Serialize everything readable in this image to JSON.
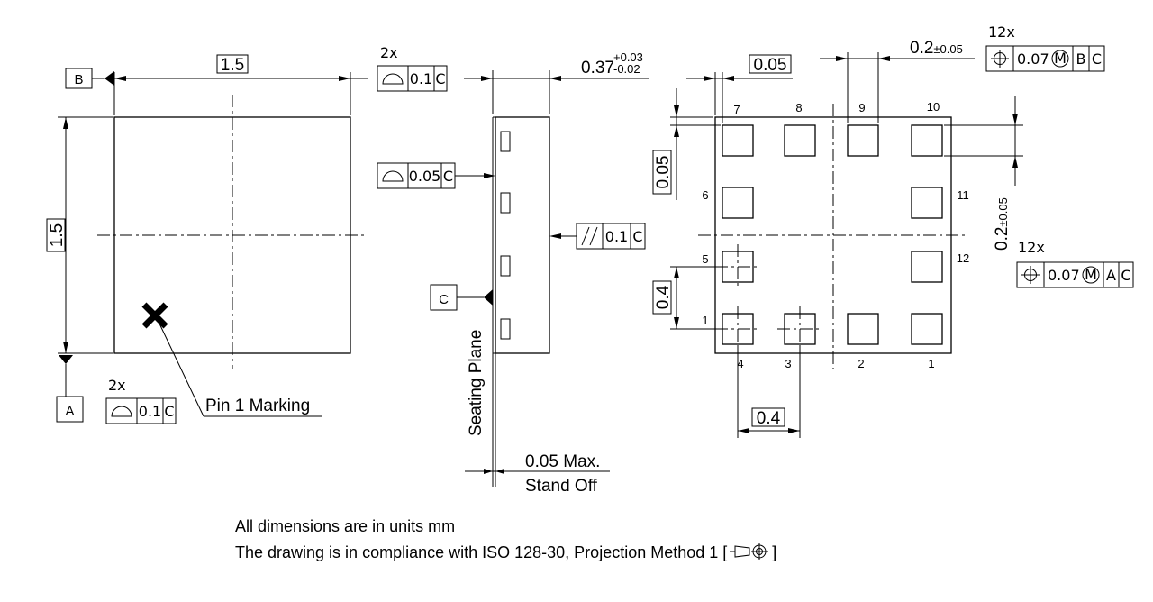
{
  "top_view": {
    "width_dim": "1.5",
    "height_dim": "1.5",
    "datum_a": "A",
    "datum_b": "B",
    "fcf_top": {
      "count": "2x",
      "tol": "0.1",
      "datum": "C"
    },
    "fcf_bottom": {
      "count": "2x",
      "tol": "0.1",
      "datum": "C"
    },
    "pin1_label": "Pin 1 Marking"
  },
  "side_view": {
    "thickness_nominal": "0.37",
    "thickness_plus": "+0.03",
    "thickness_minus": "-0.02",
    "flatness_fcf": {
      "tol": "0.05",
      "datum": "C"
    },
    "parallel_fcf": {
      "tol": "0.1",
      "datum": "C"
    },
    "datum_c": "C",
    "seating_plane": "Seating Plane",
    "standoff_value": "0.05 Max.",
    "standoff_label": "Stand Off"
  },
  "bottom_view": {
    "edge_dim_top": "0.05",
    "edge_dim_left": "0.05",
    "pad_size_top": "0.2",
    "pad_size_top_tol": "±0.05",
    "pad_size_right": "0.2",
    "pad_size_right_tol": "±0.05",
    "pitch_left": "0.4",
    "pitch_bottom": "0.4",
    "pos_fcf_top": {
      "count": "12x",
      "tol": "0.07",
      "mod": "M",
      "d1": "B",
      "d2": "C"
    },
    "pos_fcf_right": {
      "count": "12x",
      "tol": "0.07",
      "mod": "M",
      "d1": "A",
      "d2": "C"
    },
    "pins": [
      "1",
      "2",
      "3",
      "4",
      "5",
      "6",
      "7",
      "8",
      "9",
      "10",
      "11",
      "12"
    ]
  },
  "notes": {
    "units": "All dimensions are in units mm",
    "standard": "The drawing is in compliance with ISO 128-30, Projection Method 1 ["
  },
  "colors": {
    "ink": "#000000",
    "paper": "#ffffff"
  }
}
